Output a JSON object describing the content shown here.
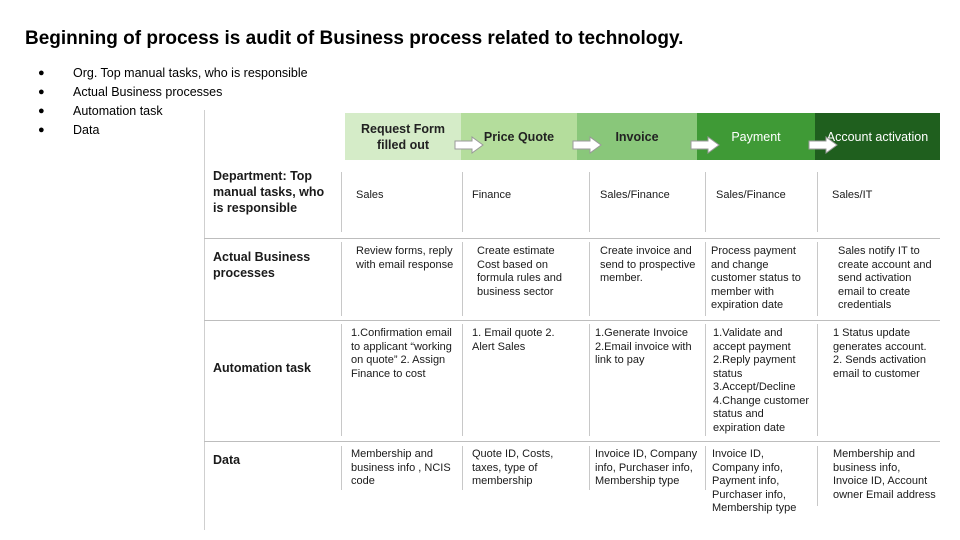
{
  "title": "Beginning of process is audit of Business process related to technology.",
  "bullets": [
    "Org. Top manual tasks, who is responsible",
    "Actual Business processes",
    "Automation task",
    "Data"
  ],
  "bullet_glyph": "●",
  "table": {
    "headers": [
      "Request Form filled out",
      "Price Quote",
      "Invoice",
      "Payment",
      "Account activation"
    ],
    "header_colors": [
      "#d5ecc8",
      "#b4dd9c",
      "#89c77a",
      "#3f9a36",
      "#1f5f1e"
    ],
    "rows": [
      {
        "label": "Department: Top manual tasks, who is responsible",
        "cells": [
          "Sales",
          "Finance",
          "Sales/Finance",
          "Sales/Finance",
          "Sales/IT"
        ]
      },
      {
        "label": "Actual Business processes",
        "cells": [
          "Review forms, reply with email response",
          "Create estimate Cost based on formula rules and business sector",
          "Create invoice and send to prospective member.",
          "Process payment and change customer status to member with expiration date",
          "Sales notify IT to create account and send activation email to create credentials"
        ]
      },
      {
        "label": "Automation task",
        "cells": [
          "1.Confirmation email to applicant “working on quote” 2. Assign Finance to cost",
          "1. Email quote 2. Alert Sales",
          "1.Generate Invoice 2.Email invoice with link to pay",
          "1.Validate and accept payment 2.Reply payment status 3.Accept/Decline 4.Change customer status and expiration date",
          "1 Status update generates account. 2. Sends activation email to customer"
        ]
      },
      {
        "label": "Data",
        "cells": [
          "Membership and business info , NCIS code",
          "Quote ID, Costs, taxes, type of membership",
          "Invoice ID, Company info, Purchaser info, Membership type",
          "Invoice ID, Company info, Payment info, Purchaser info, Membership type",
          "Membership and business info, Invoice ID, Account owner Email address"
        ]
      }
    ]
  }
}
